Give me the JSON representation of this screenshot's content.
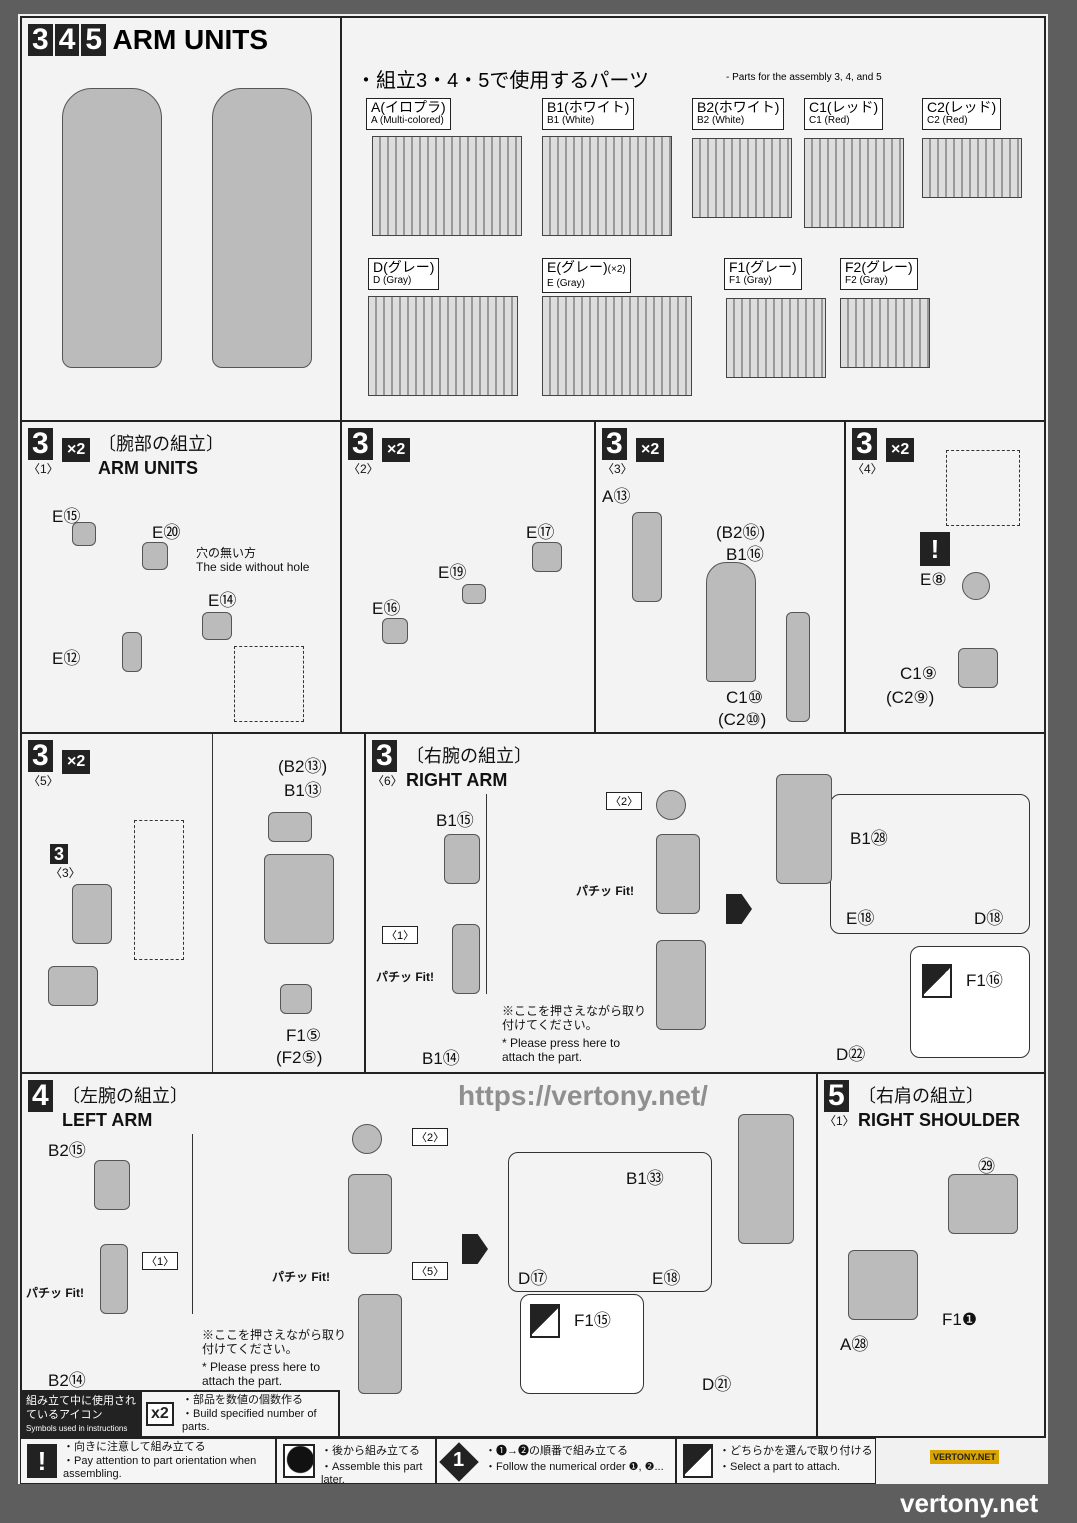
{
  "header": {
    "steps": [
      "3",
      "4",
      "5"
    ],
    "title": "ARM UNITS"
  },
  "parts": {
    "heading_jp": "・組立3・4・5で使用するパーツ",
    "heading_en": "- Parts for the assembly 3, 4, and 5",
    "runners": [
      {
        "jp": "A(イロプラ)",
        "en": "A (Multi-colored)"
      },
      {
        "jp": "B1(ホワイト)",
        "en": "B1 (White)"
      },
      {
        "jp": "B2(ホワイト)",
        "en": "B2 (White)"
      },
      {
        "jp": "C1(レッド)",
        "en": "C1 (Red)"
      },
      {
        "jp": "C2(レッド)",
        "en": "C2 (Red)"
      },
      {
        "jp": "D(グレー)",
        "en": "D (Gray)"
      },
      {
        "jp": "E(グレー)",
        "en": "E (Gray)",
        "count": "(×2)"
      },
      {
        "jp": "F1(グレー)",
        "en": "F1 (Gray)"
      },
      {
        "jp": "F2(グレー)",
        "en": "F2 (Gray)"
      }
    ]
  },
  "step3_1": {
    "num": "3",
    "sub": "〈1〉",
    "x2": "×2",
    "title_jp": "〔腕部の組立〕",
    "title_en": "ARM UNITS",
    "labels": [
      "E⑮",
      "E⑳",
      "E⑭",
      "E⑫"
    ],
    "note_jp": "穴の無い方",
    "note_en": "The side without hole"
  },
  "step3_2": {
    "num": "3",
    "sub": "〈2〉",
    "x2": "×2",
    "labels": [
      "E⑰",
      "E⑲",
      "E⑯"
    ]
  },
  "step3_3": {
    "num": "3",
    "sub": "〈3〉",
    "x2": "×2",
    "labels": [
      "A⑬",
      "(B2⑯)",
      "B1⑯",
      "C1⑩",
      "(C2⑩)"
    ]
  },
  "step3_4": {
    "num": "3",
    "sub": "〈4〉",
    "x2": "×2",
    "labels": [
      "E⑧",
      "C1⑨",
      "(C2⑨)"
    ]
  },
  "step3_5": {
    "num": "3",
    "sub": "〈5〉",
    "x2": "×2",
    "labels": [
      "(B2⑬)",
      "B1⑬",
      "F1⑤",
      "(F2⑤)"
    ],
    "ref": "3",
    "ref_sub": "〈3〉"
  },
  "step3_6": {
    "num": "3",
    "sub": "〈6〉",
    "title_jp": "〔右腕の組立〕",
    "title_en": "RIGHT ARM",
    "labels": [
      "B1⑮",
      "B1⑭",
      "B1㉘",
      "E⑱",
      "D⑱",
      "D㉒",
      "F1⑯"
    ],
    "refs": [
      "〈1〉",
      "〈2〉"
    ],
    "fit": "パチッ Fit!",
    "note_jp": "※ここを押さえながら取り付けてください。",
    "note_en": "* Please press here to attach the part."
  },
  "step4": {
    "num": "4",
    "title_jp": "〔左腕の組立〕",
    "title_en": "LEFT ARM",
    "labels": [
      "B2⑮",
      "B2⑭",
      "B1㉝",
      "D⑰",
      "E⑱",
      "F1⑮",
      "D㉑"
    ],
    "refs": [
      "〈1〉",
      "〈2〉",
      "〈5〉"
    ],
    "fit": "パチッ Fit!",
    "note_jp": "※ここを押さえながら取り付けてください。",
    "note_en": "* Please press here to attach the part."
  },
  "step5": {
    "num": "5",
    "sub": "〈1〉",
    "title_jp": "〔右肩の組立〕",
    "title_en": "RIGHT SHOULDER",
    "labels": [
      "A㉘",
      "F1❶",
      "㉙"
    ]
  },
  "legend": {
    "title_jp": "組み立て中に使用されているアイコン",
    "title_en": "Symbols used in instructions",
    "items": [
      {
        "icon": "x2",
        "jp": "・部品を数値の個数作る",
        "en": "・Build specified number of parts."
      },
      {
        "icon": "!",
        "jp": "・向きに注意して組み立てる",
        "en": "・Pay attention to part orientation when assembling."
      },
      {
        "icon": "circle",
        "jp": "・後から組み立てる",
        "en": "・Assemble this part later."
      },
      {
        "icon": "1",
        "jp": "・❶→❷の順番で組み立てる",
        "en": "・Follow the numerical order ❶, ❷..."
      },
      {
        "icon": "select",
        "jp": "・どちらかを選んで取り付ける",
        "en": "・Select a part to attach."
      }
    ]
  },
  "watermarks": [
    "https://vertony.net/",
    "vertony.net",
    "VERTONY.NET"
  ]
}
